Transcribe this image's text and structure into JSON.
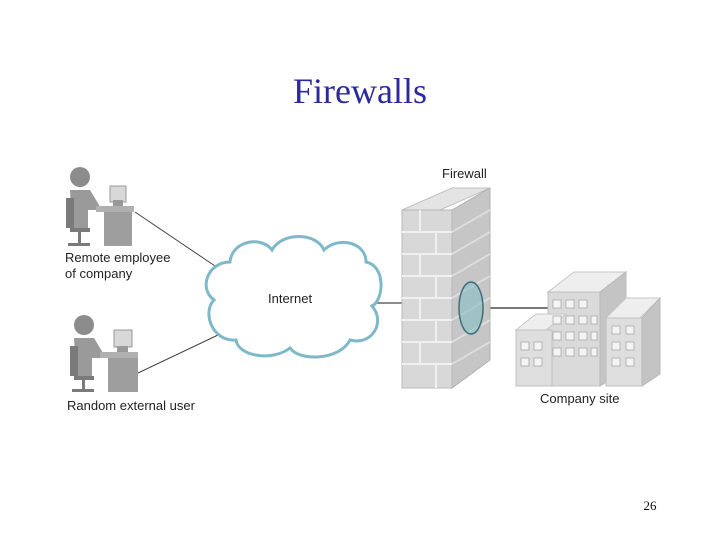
{
  "slide": {
    "title": "Firewalls",
    "page_number": "26"
  },
  "diagram": {
    "firewall_label": "Firewall",
    "remote_employee_label_line1": "Remote employee",
    "remote_employee_label_line2": "of company",
    "random_user_label": "Random external user",
    "internet_label": "Internet",
    "company_site_label": "Company site"
  },
  "colors": {
    "title": "#2a2a9c",
    "cloud_outline": "#7fb8c8",
    "firewall_gateway": "#5fa8b0",
    "building": "#d4d4d4"
  },
  "icons": [
    "person-at-desk-icon",
    "cloud-icon",
    "brick-wall-icon",
    "building-icon"
  ]
}
